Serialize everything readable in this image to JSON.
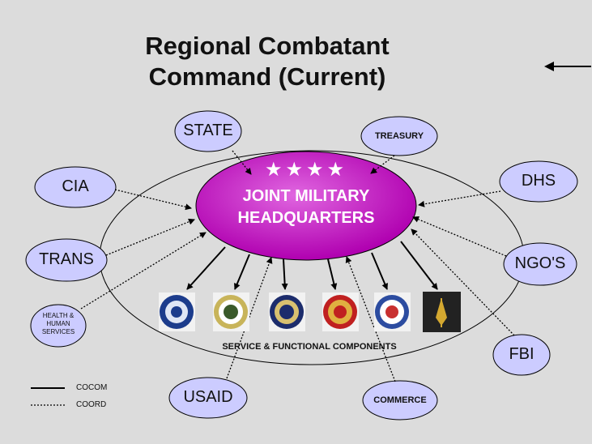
{
  "title": {
    "line1": "Regional Combatant",
    "line2": "Command (Current)"
  },
  "hq": {
    "line1": "JOINT MILITARY",
    "line2": "HEADQUARTERS",
    "stars": "★★★★",
    "fill_color": "#cc00cc",
    "text_color": "#ffffff"
  },
  "agencies": {
    "state": "STATE",
    "treasury": "TREASURY",
    "cia": "CIA",
    "dhs": "DHS",
    "trans": "TRANS",
    "ngo": "NGO'S",
    "hhs_line1": "HEALTH &",
    "hhs_line2": "HUMAN",
    "hhs_line3": "SERVICES",
    "fbi": "FBI",
    "usaid": "USAID",
    "commerce": "COMMERCE"
  },
  "components_label": "SERVICE & FUNCTIONAL COMPONENTS",
  "components": [
    {
      "name": "air-force-seal",
      "color": "#1c3c8c"
    },
    {
      "name": "army-seal",
      "color": "#c8b45a"
    },
    {
      "name": "navy-seal",
      "color": "#1c2c6c"
    },
    {
      "name": "marine-corps-seal",
      "color": "#c02020"
    },
    {
      "name": "coast-guard-seal",
      "color": "#2c4ca0"
    },
    {
      "name": "special-operations-seal",
      "color": "#222222"
    }
  ],
  "legend": {
    "cocom": "COCOM",
    "coord": "COORD"
  },
  "colors": {
    "background": "#dcdcdc",
    "agency_fill": "#ccccff",
    "outline": "#000000"
  },
  "icons": {
    "back_arrow": "left-arrow-icon"
  }
}
